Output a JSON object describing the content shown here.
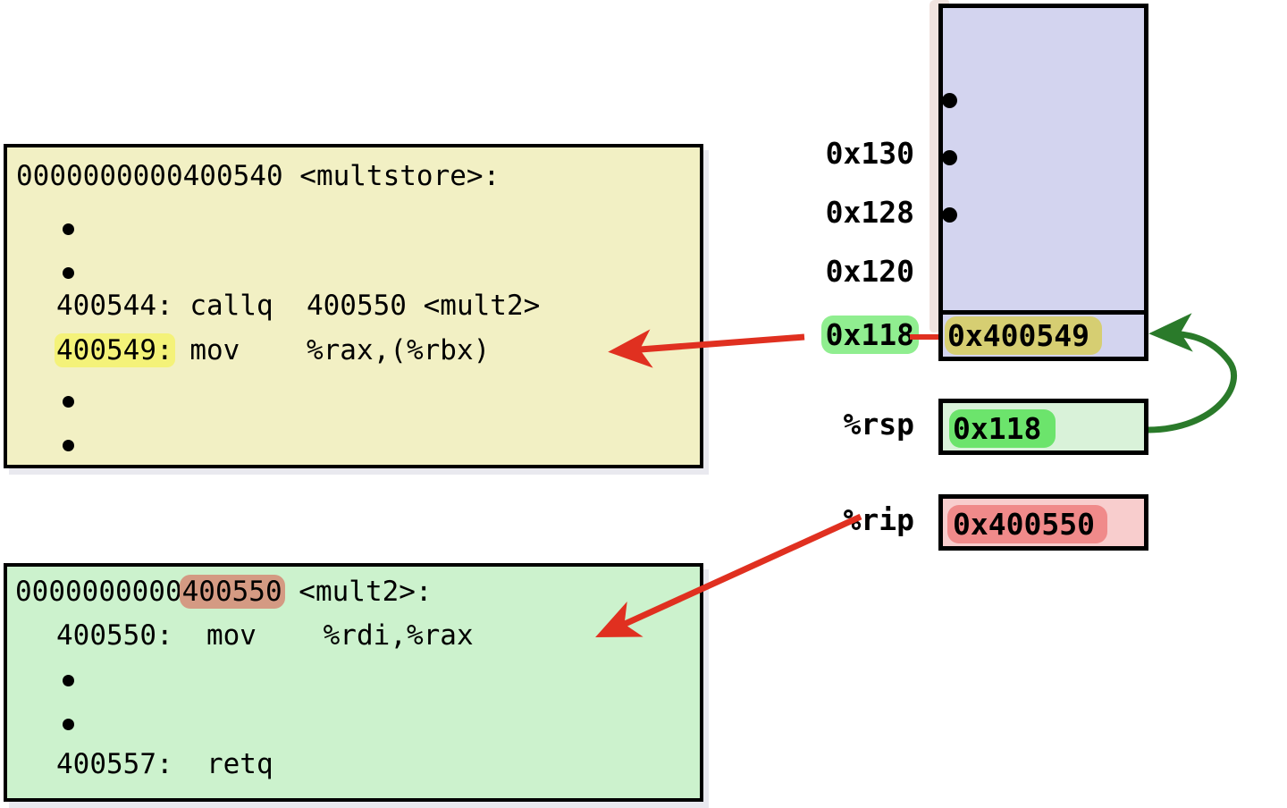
{
  "figure": {
    "title": "x86-64 procedure call / return stack diagram",
    "colors": {
      "panel_caller_bg": "#f2f0c4",
      "panel_callee_bg": "#ccf2cd",
      "stack_bg": "#d3d4ef",
      "rsp_box_bg": "#d9f2d9",
      "rip_box_bg": "#f8cdcd",
      "highlight_yellow": "#f4f279",
      "highlight_olive": "#d6ce72",
      "highlight_tan": "#d49a83",
      "highlight_green": "#90ee90",
      "highlight_bright_green": "#6ce46c",
      "highlight_bright_red": "#f08a8a",
      "arrow_red": "#e03020",
      "arrow_green": "#2a7a2a",
      "shadow": "#e9e9ef"
    }
  },
  "caller_panel": {
    "name": "multstore",
    "header": "0000000000400540 <multstore>:",
    "lines": [
      {
        "kind": "ellipsis"
      },
      {
        "kind": "ellipsis"
      },
      {
        "kind": "code",
        "addr": "400544:",
        "mnemonic": "callq",
        "operands": "400550 <mult2>",
        "highlight": "none"
      },
      {
        "kind": "code",
        "addr": "400549:",
        "mnemonic": "mov",
        "operands": "%rax,(%rbx)",
        "highlight": "yellow"
      },
      {
        "kind": "ellipsis"
      },
      {
        "kind": "ellipsis"
      }
    ]
  },
  "callee_panel": {
    "name": "mult2",
    "header_prefix": "0000000000",
    "header_highlighted": "400550",
    "header_suffix": " <mult2>:",
    "lines": [
      {
        "kind": "code",
        "addr": "400550:",
        "mnemonic": "mov",
        "operands": "%rdi,%rax"
      },
      {
        "kind": "ellipsis"
      },
      {
        "kind": "ellipsis"
      },
      {
        "kind": "code",
        "addr": "400557:",
        "mnemonic": "retq",
        "operands": ""
      }
    ]
  },
  "stack": {
    "addresses": [
      {
        "label": "0x130",
        "highlight": "none"
      },
      {
        "label": "0x128",
        "highlight": "none"
      },
      {
        "label": "0x120",
        "highlight": "none"
      },
      {
        "label": "0x118",
        "highlight": "green"
      }
    ],
    "cells": [
      {
        "value": "",
        "note": "empty upper stack region with vertical ellipsis"
      },
      {
        "value": "0x400549",
        "highlight": "olive",
        "note": "return address pushed by callq"
      }
    ]
  },
  "registers": [
    {
      "name": "%rsp",
      "value": "0x118",
      "box_bg": "#d9f2d9",
      "value_highlight": "#6ce46c"
    },
    {
      "name": "%rip",
      "value": "0x400550",
      "box_bg": "#f8cdcd",
      "value_highlight": "#f08a8a"
    }
  ],
  "annotations": {
    "red_arrow_stack_to_caller": "return address 0x400549 points back at the mov instruction in multstore",
    "red_arrow_rip_to_callee": "%rip 0x400550 points at the first instruction of mult2",
    "green_arrow_rsp_to_stack": "%rsp 0x118 points at the stack slot holding 0x400549"
  }
}
